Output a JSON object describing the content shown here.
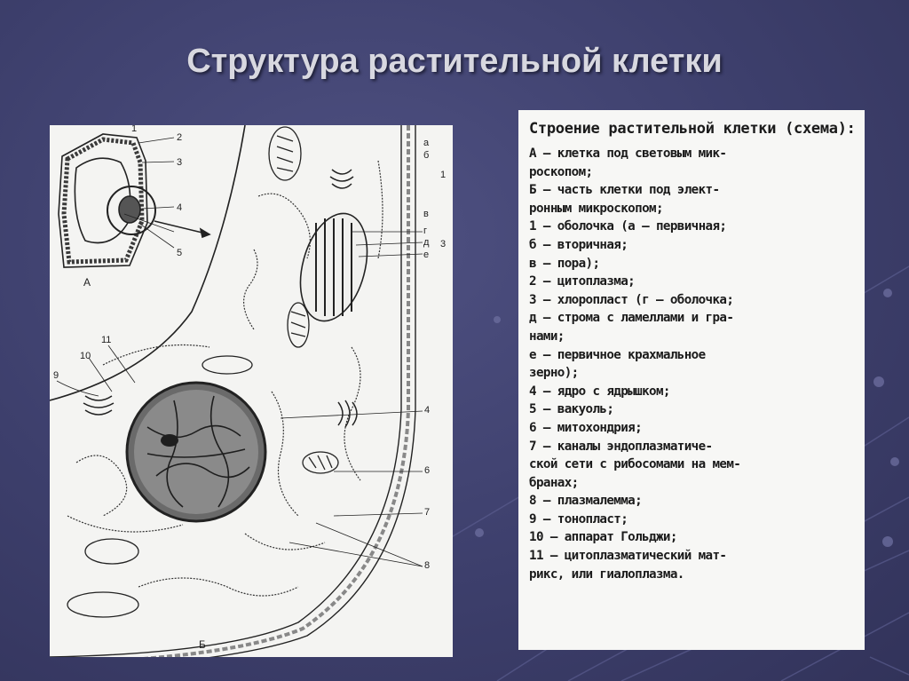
{
  "slide": {
    "title": "Структура растительной клетки"
  },
  "figure": {
    "label_a": "А",
    "label_b": "Б",
    "callouts": [
      "1",
      "2",
      "3",
      "4",
      "5",
      "4",
      "6",
      "7",
      "8",
      "9",
      "10",
      "11",
      "3",
      "а",
      "б",
      "в",
      "г",
      "д",
      "е",
      "1"
    ]
  },
  "legend": {
    "title": "Строение растительной клетки (схема):",
    "items": [
      "А — клетка под световым мик-",
      "роскопом;",
      "Б — часть клетки под элект-",
      "ронным микроскопом;",
      "1 — оболочка (а — первичная;",
      "б — вторичная;",
      "в — пора);",
      "2 — цитоплазма;",
      "3 — хлоропласт (г — оболочка;",
      "д — строма с ламеллами и гра-",
      "нами;",
      "е — первичное крахмальное",
      "зерно);",
      "4 — ядро с ядрышком;",
      "5 — вакуоль;",
      "6 — митохондрия;",
      "7 — каналы эндоплазматиче-",
      "ской сети с рибосомами на мем-",
      "бранах;",
      "8 — плазмалемма;",
      "9 — тонопласт;",
      "10 — аппарат Гольджи;",
      "11 — цитоплазматический мат-",
      "рикс, или гиалоплазма."
    ]
  }
}
